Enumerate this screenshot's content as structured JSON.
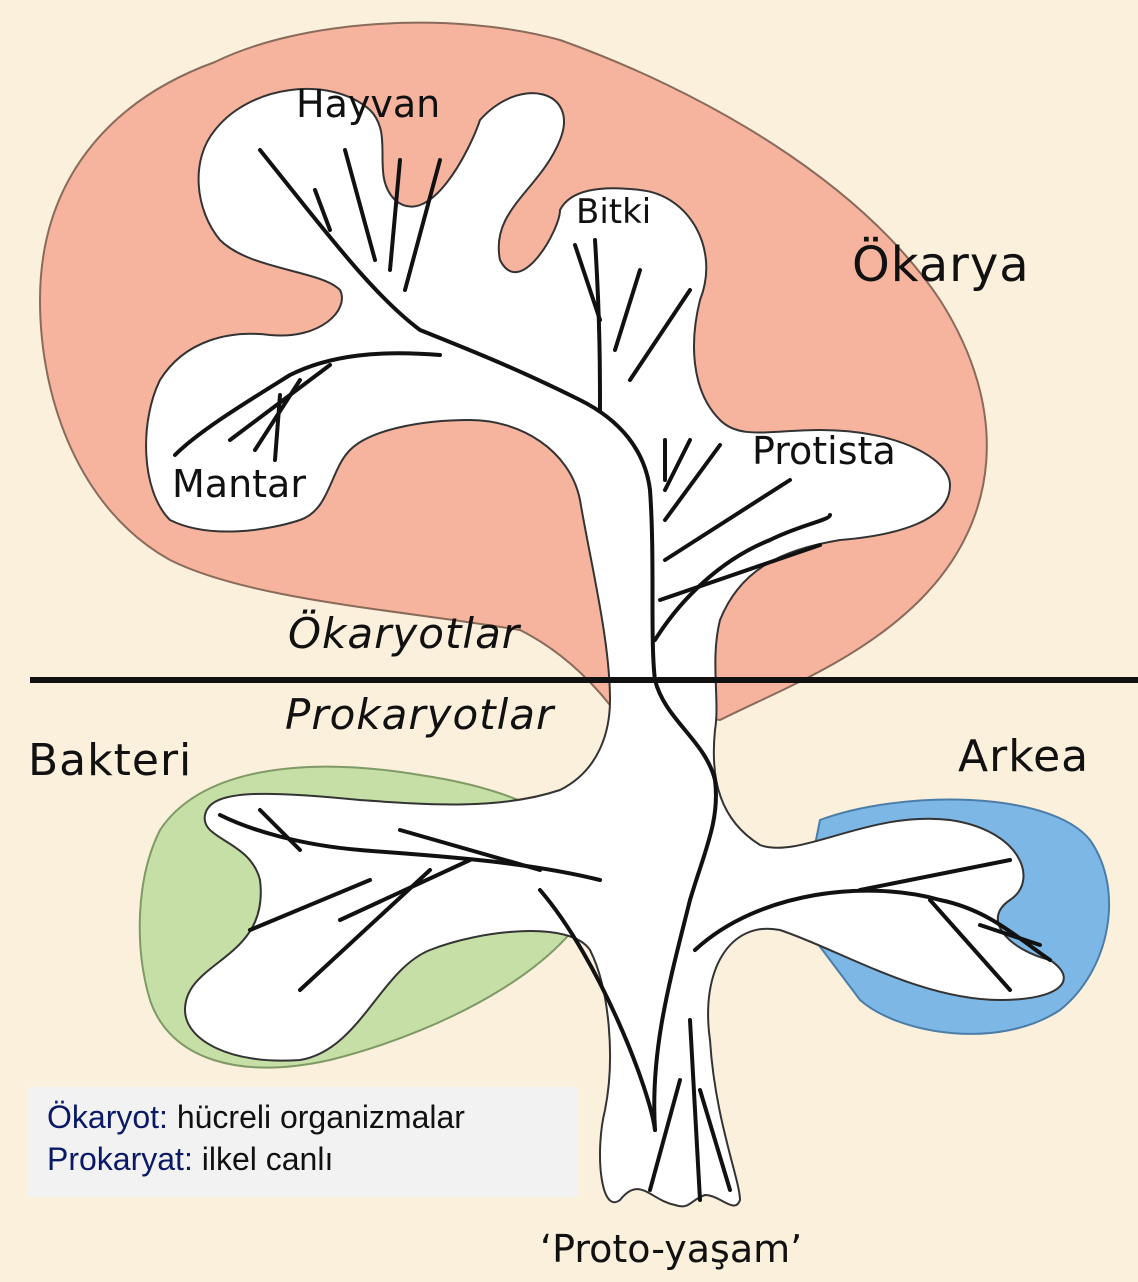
{
  "labels": {
    "animal": "Hayvan",
    "plant": "Bitki",
    "eukarya": "Ökarya",
    "fungi": "Mantar",
    "protist": "Protista",
    "eukaryotes": "Ökaryotlar",
    "prokaryotes": "Prokaryotlar",
    "bacteria": "Bakteri",
    "archaea": "Arkea",
    "proto_life": "‘Proto-yaşam’"
  },
  "legend": {
    "line1_term": "Ökaryot:",
    "line1_desc": " hücreli organizmalar",
    "line2_term": "Prokaryat:",
    "line2_desc": " ilkel canlı"
  },
  "colors": {
    "background": "#fbf0dc",
    "eukarya_region": "#f6b49f",
    "bacteria_region": "#c5dfa6",
    "archaea_region": "#7cb7e6",
    "tree_fill": "#ffffff",
    "lines": "#111111"
  }
}
